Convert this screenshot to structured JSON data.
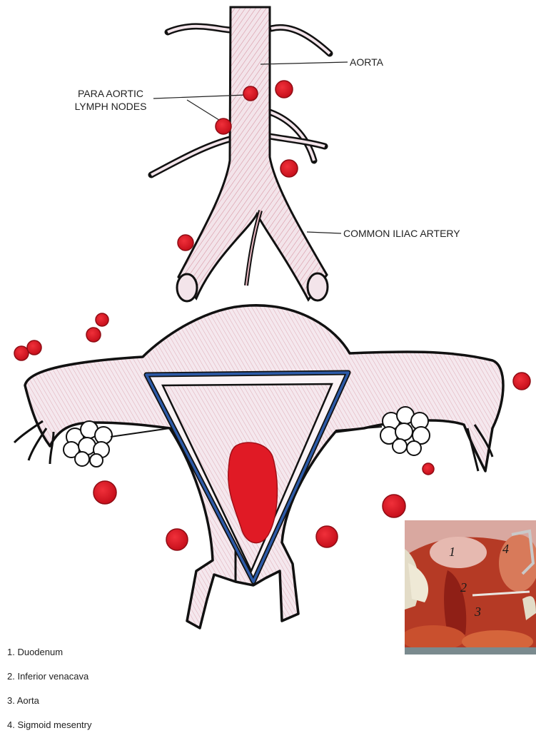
{
  "labels": {
    "aorta": "AORTA",
    "para_aortic": "PARA AORTIC\nLYMPH NODES",
    "common_iliac": "COMMON ILIAC ARTERY"
  },
  "legend": [
    "1. Duodenum",
    "2. Inferior venacava",
    "3. Aorta",
    "4. Sigmoid mesentry"
  ],
  "photo_numbers": [
    "1",
    "2",
    "3",
    "4"
  ],
  "colors": {
    "tissue_fill": "#f3e4ea",
    "tissue_hatch": "#c9707f",
    "outline": "#111111",
    "lymph_node": "#e01a25",
    "tumor": "#e01a25",
    "cavity_blue": "#2d5aa8",
    "photo_bg": "#b53a25"
  },
  "icons": [
    "lymph-node-icon",
    "tumor-icon",
    "ovary-icon"
  ]
}
